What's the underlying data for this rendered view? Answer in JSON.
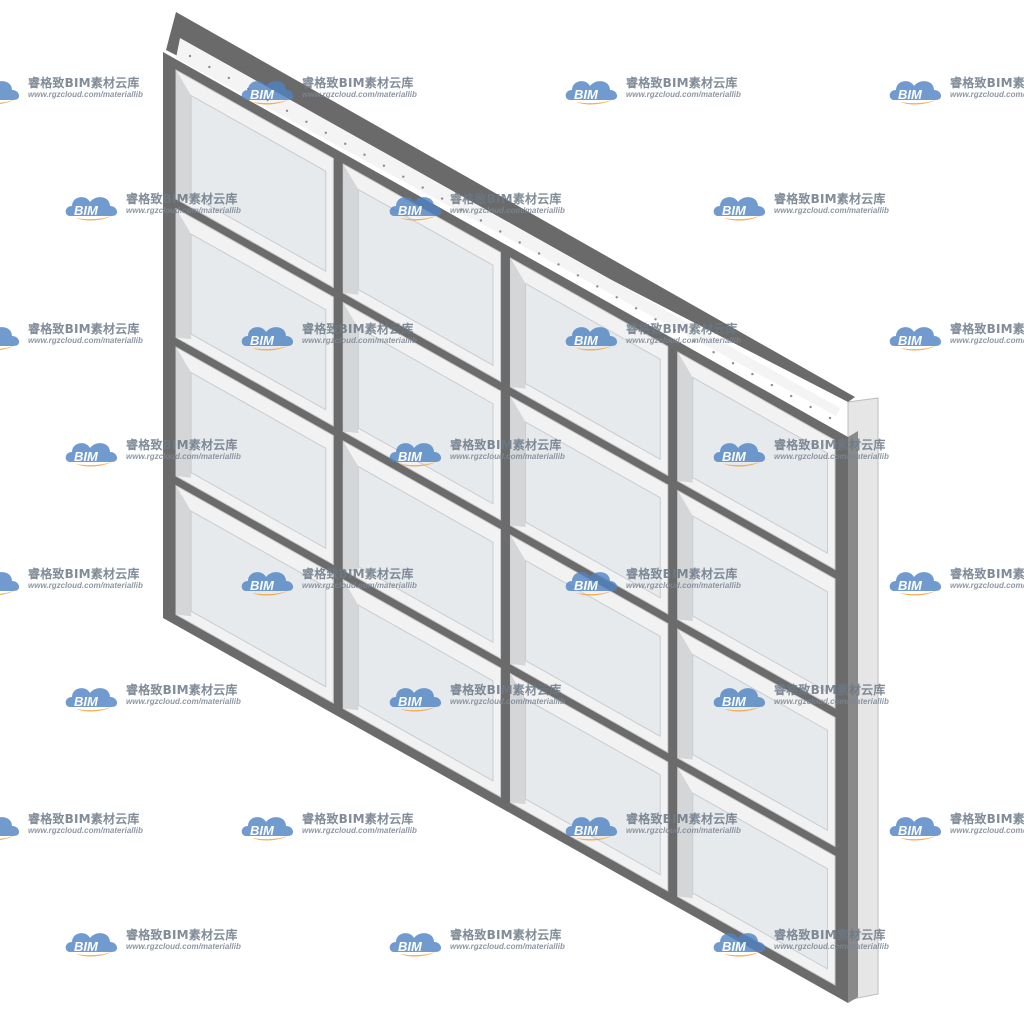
{
  "watermark": {
    "logo_text": "BIM",
    "brand_text": "睿格致BIM素材云库",
    "url_text": "www.rgzcloud.com/materiallib"
  },
  "window_model": {
    "grid_columns": 4,
    "grid_rows": 4,
    "colors": {
      "frame_front": "#6b6b6b",
      "frame_top": "#4f4f4f",
      "reveal_light": "#f2f2f2",
      "reveal_shade": "#d4d6d8",
      "glass": "#e7eaec",
      "glass_edge": "#c9cdd0",
      "watermark_blue": "#4f83c3",
      "watermark_orange": "#f0a23a",
      "watermark_text": "#6b7886"
    }
  }
}
